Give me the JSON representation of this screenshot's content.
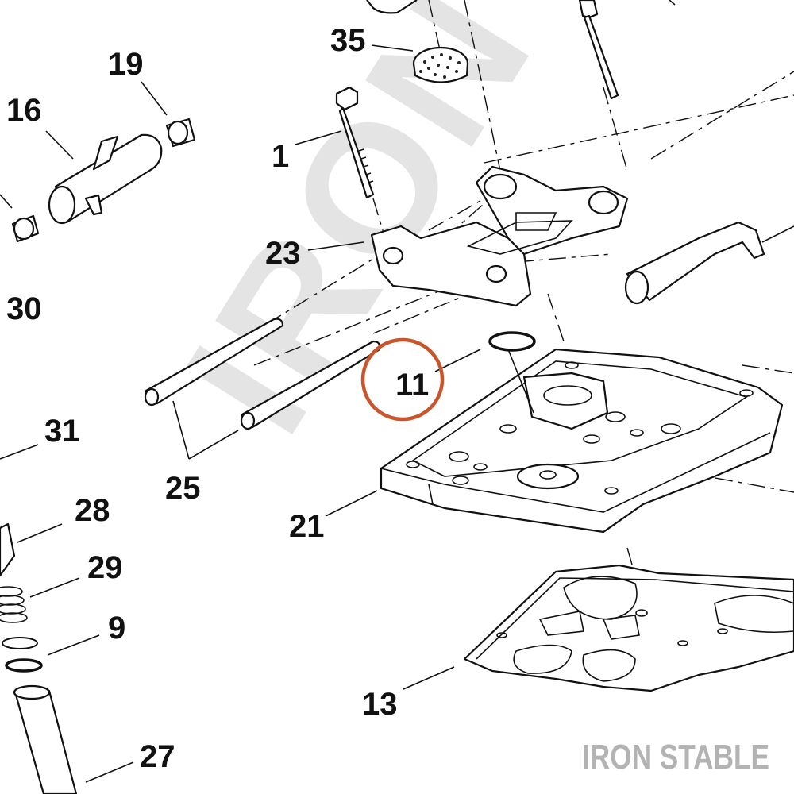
{
  "watermark": {
    "text": "IRON STABLE",
    "color": "#e4e4e4"
  },
  "brand": {
    "text": "IRON STABLE",
    "color": "#b3b3b3"
  },
  "highlight": {
    "label": "11",
    "color": "#c8552b"
  },
  "callouts": {
    "c35": "35",
    "c19": "19",
    "c16": "16",
    "c1": "1",
    "c23": "23",
    "c30": "30",
    "c11": "11",
    "c31": "31",
    "c25": "25",
    "c28": "28",
    "c21": "21",
    "c29": "29",
    "c9": "9",
    "c13": "13",
    "c27": "27"
  }
}
